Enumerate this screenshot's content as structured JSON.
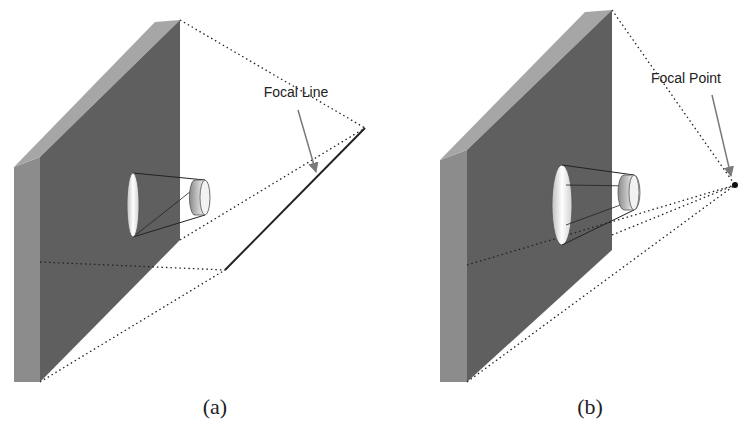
{
  "diagram": {
    "labels": [
      "Focal Line",
      "(a)",
      "Focal Point",
      "(b)"
    ]
  }
}
